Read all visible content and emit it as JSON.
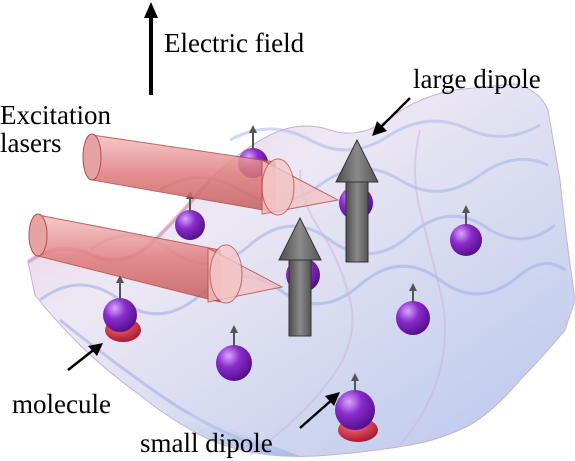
{
  "labels": {
    "electric_field": "Electric field",
    "large_dipole": "large dipole",
    "excitation_line1": "Excitation",
    "excitation_line2": "lasers",
    "molecule": "molecule",
    "small_dipole": "small dipole"
  },
  "colors": {
    "surface_light": "#f3eef6",
    "surface_mid": "#c9bfdd",
    "surface_edge_pink": "#d8a0b8",
    "surface_edge_blue": "#8fa8e0",
    "molecule_purple": "#7a1fb8",
    "molecule_red": "#c0183a",
    "laser_pink": "#e89090",
    "laser_dark": "#b24a4a",
    "big_arrow": "#6b6b6b",
    "small_arrow": "#666666"
  },
  "icons": [
    "up-arrow-icon",
    "pointer-arrow-icon"
  ]
}
